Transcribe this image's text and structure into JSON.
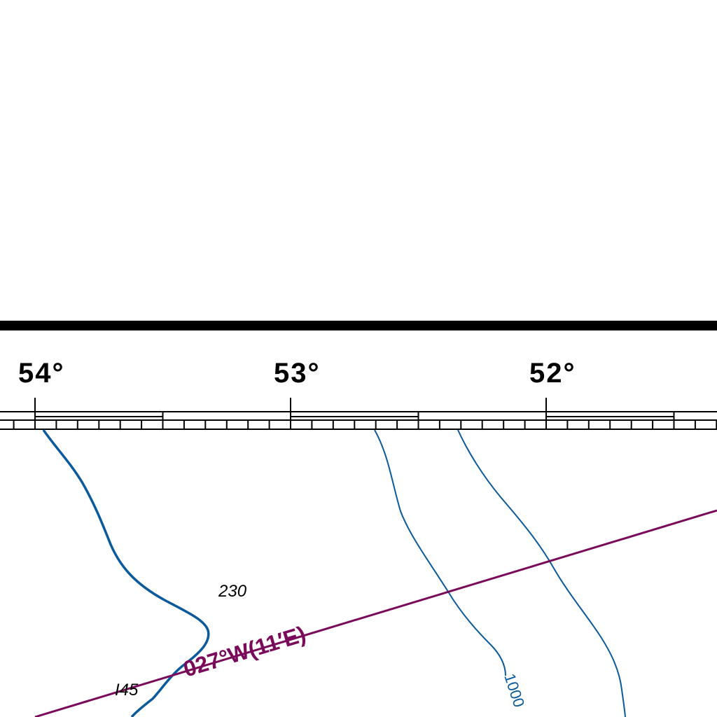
{
  "colors": {
    "border": "#000000",
    "contour": "#0a5a9c",
    "isogonic": "#7a0a5a",
    "background": "#ffffff"
  },
  "border_scale": {
    "longitude_labels": [
      "54°",
      "53°",
      "52°"
    ]
  },
  "soundings": {
    "depth_230": "230",
    "depth_145": "I45"
  },
  "contours": {
    "label_1000": "1000"
  },
  "isogonic_line": {
    "label": "027°W(11′E)"
  }
}
